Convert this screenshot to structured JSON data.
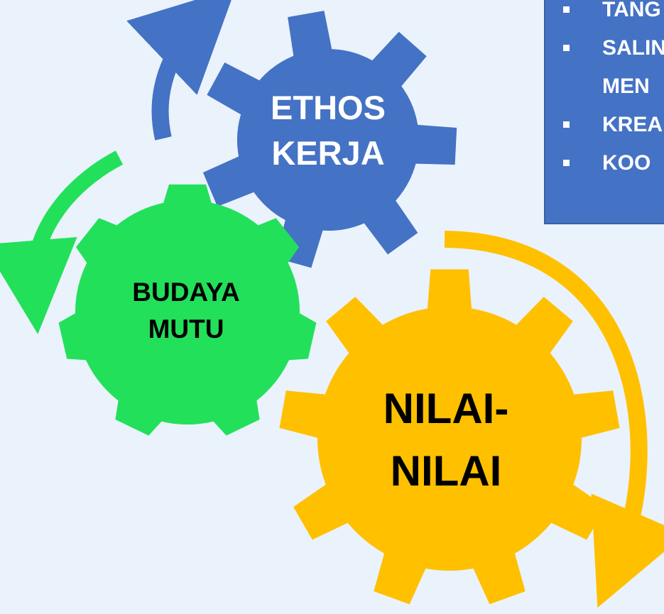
{
  "colors": {
    "background": "#eaf2fb",
    "ethos_gear": "#4472c4",
    "budaya_gear": "#22e05a",
    "nilai_gear": "#ffc000",
    "box": "#4472c4"
  },
  "gears": {
    "ethos": {
      "line1": "ETHOS",
      "line2": "KERJA"
    },
    "budaya": {
      "line1": "BUDAYA",
      "line2": "MUTU"
    },
    "nilai": {
      "line1": "NILAI-",
      "line2": "NILAI"
    }
  },
  "box": {
    "items": [
      {
        "text": "TANG",
        "show_bullet": true
      },
      {
        "text": "SALIN",
        "show_bullet": true
      },
      {
        "text": "MEN",
        "show_bullet": false
      },
      {
        "text": "KREA",
        "show_bullet": true
      },
      {
        "text": "KOO",
        "show_bullet": true
      }
    ]
  }
}
